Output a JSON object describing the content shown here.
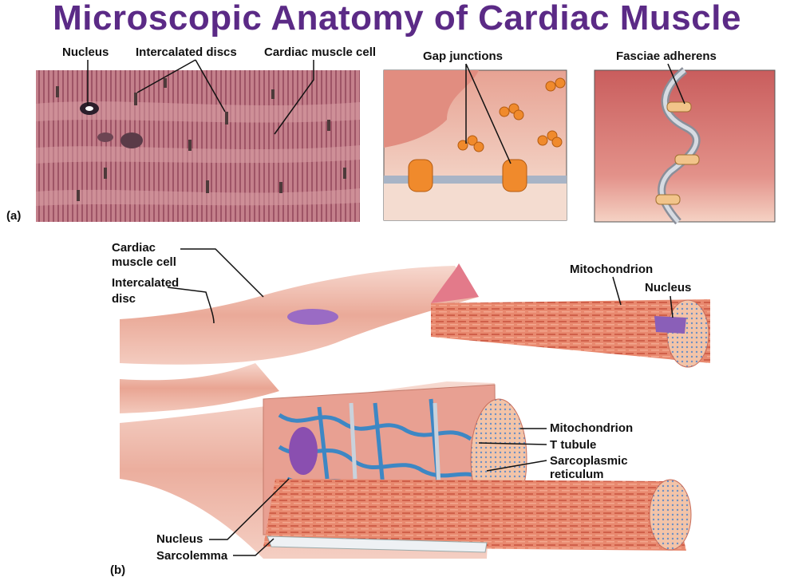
{
  "title": "Microscopic Anatomy of Cardiac Muscle",
  "panel_a": {
    "letter": "(a)",
    "labels": {
      "nucleus": "Nucleus",
      "intercalated_discs": "Intercalated discs",
      "cardiac_muscle_cell": "Cardiac muscle cell",
      "gap_junctions": "Gap junctions",
      "fasciae_adherens": "Fasciae adherens"
    }
  },
  "panel_b": {
    "letter": "(b)",
    "labels": {
      "cardiac_line1": "Cardiac",
      "cardiac_line2": "muscle cell",
      "intercalated_line1": "Intercalated",
      "intercalated_line2": "disc",
      "mitochondrion_top": "Mitochondrion",
      "nucleus_top": "Nucleus",
      "mitochondrion_right": "Mitochondrion",
      "t_tubule": "T tubule",
      "sr_line1": "Sarcoplasmic",
      "sr_line2": "reticulum",
      "nucleus_bottom": "Nucleus",
      "sarcolemma": "Sarcolemma"
    }
  },
  "colors": {
    "title": "#5b2a86",
    "muscle": "#e9a593",
    "micrograph": "#b9707d",
    "reticulum": "#3d87c4",
    "nucleus": "#8a4fb0"
  }
}
